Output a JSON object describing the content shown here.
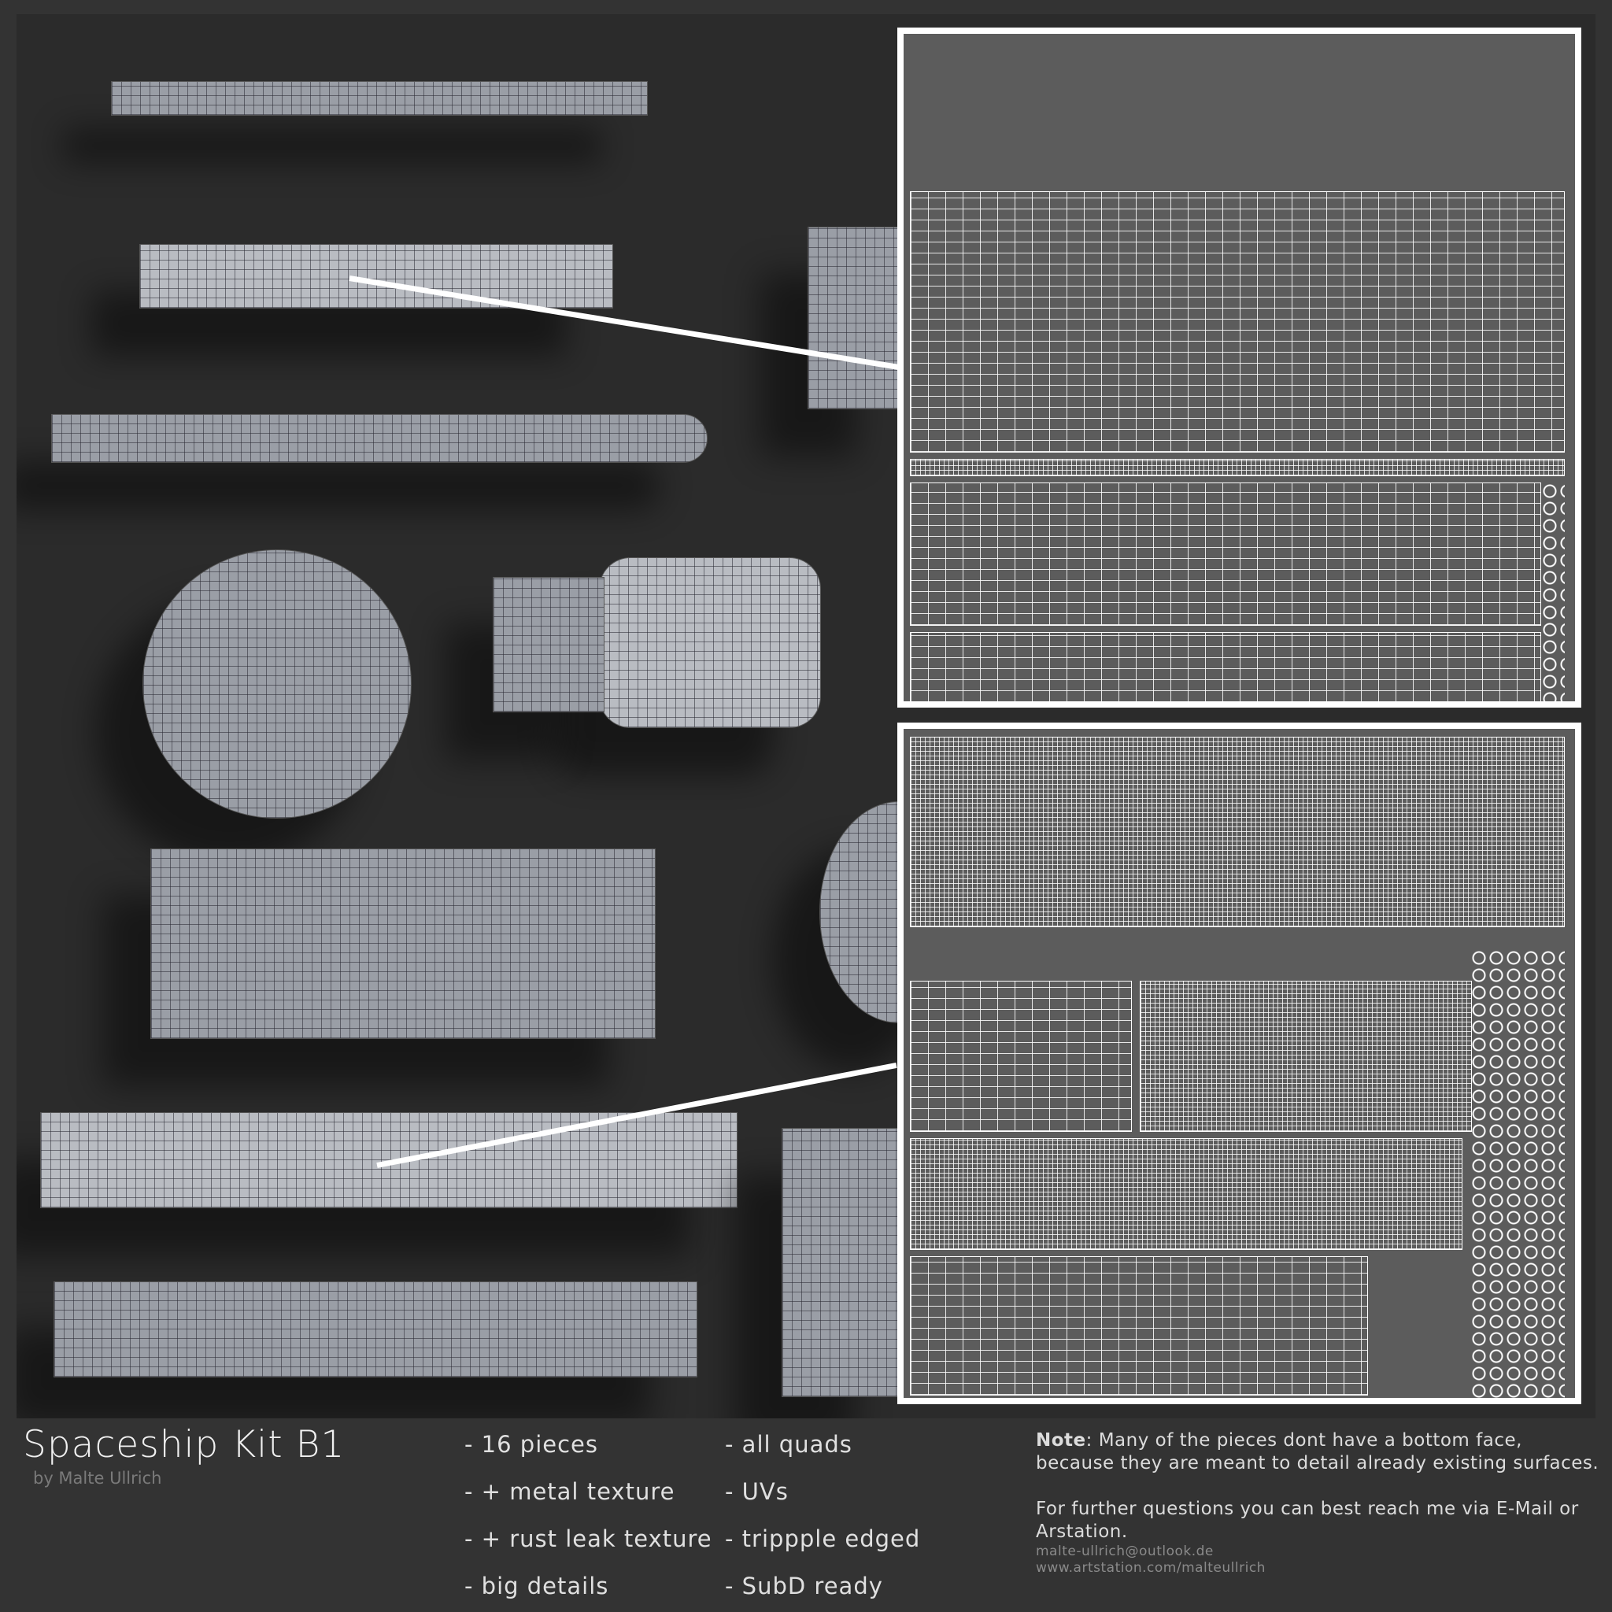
{
  "title": "Spaceship Kit B1",
  "byline": "by Malte Ullrich",
  "features_col1": [
    "- 16 pieces",
    "- + metal texture",
    "- + rust leak texture",
    "- big details"
  ],
  "features_col2": [
    "- all quads",
    "- UVs",
    "- trippple edged",
    "- SubD ready"
  ],
  "note": {
    "label": "Note",
    "text": ": Many of the pieces dont have a bottom face, because they are meant to detail already existing surfaces.",
    "questions": "For further questions you can best reach me via E-Mail or Arstation.",
    "email": "malte-ullrich@outlook.de",
    "website": "www.artstation.com/malteullrich"
  },
  "colors": {
    "background": "#333333",
    "render_bg": "#2b2b2b",
    "uv_bg": "#5c5c5c",
    "uv_border": "#ffffff"
  }
}
